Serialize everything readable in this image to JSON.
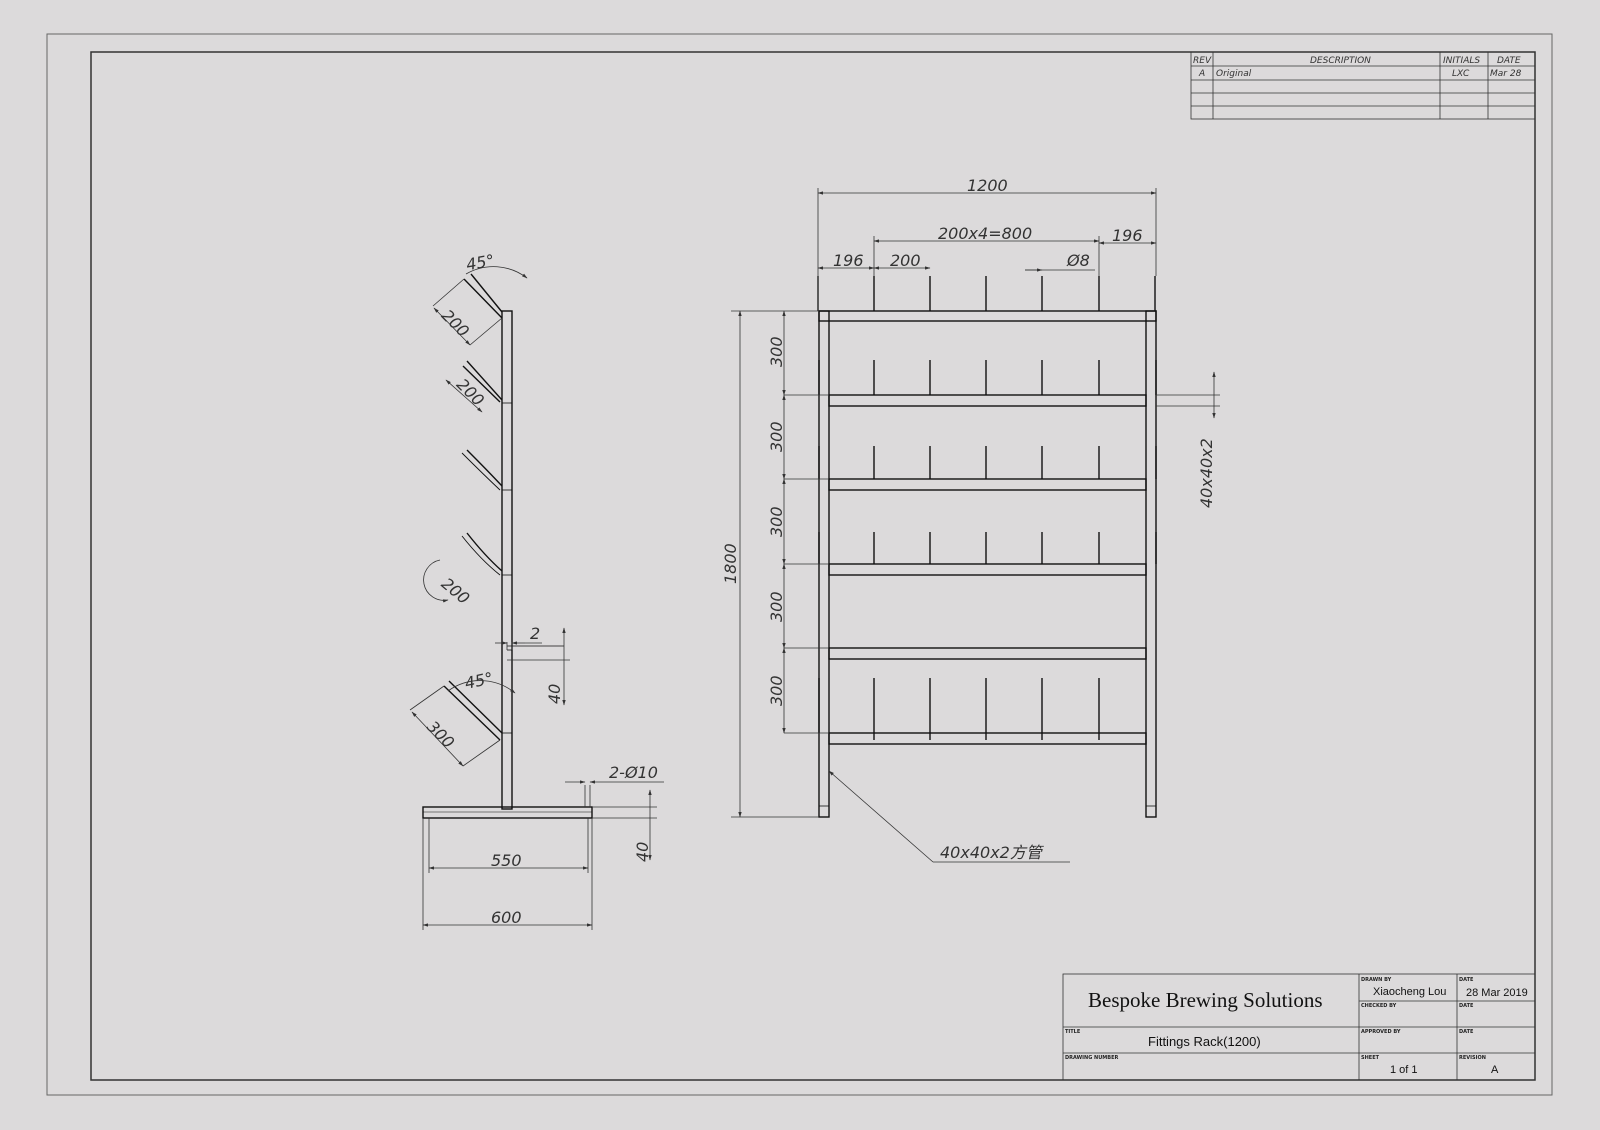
{
  "revision_table": {
    "headers": {
      "rev": "REV",
      "description": "DESCRIPTION",
      "initials": "INITIALS",
      "date": "DATE"
    },
    "row": {
      "rev": "A",
      "description": "Original",
      "initials": "LXC",
      "date": "Mar 28"
    }
  },
  "title_block": {
    "company": "Bespoke Brewing Solutions",
    "drawn_by_label": "DRAWN BY",
    "drawn_by": "Xiaocheng Lou",
    "date_label": "DATE",
    "date": "28 Mar 2019",
    "checked_by_label": "CHECKED BY",
    "approved_by_label": "APPROVED BY",
    "title_label": "TITLE",
    "title": "Fittings Rack(1200)",
    "drawing_number_label": "DRAWING NUMBER",
    "sheet_label": "SHEET",
    "sheet_value": "1 of 1",
    "revision_label": "REVISION",
    "revision": "A"
  },
  "side_view": {
    "angle_top": "45°",
    "len_top_1": "200",
    "len_top_2": "200",
    "len_curve": "200",
    "wall": "2",
    "tube": "40",
    "angle_bottom": "45°",
    "len_bottom": "300",
    "holes": "2-Ø10",
    "base_height": "40",
    "inner_width": "550",
    "outer_width": "600"
  },
  "front_view": {
    "total_width": "1200",
    "pitch": "200x4=800",
    "side_left": "196",
    "side_right": "196",
    "pitch_single": "200",
    "pin_dia": "Ø8",
    "total_height": "1800",
    "spacings": [
      "300",
      "300",
      "300",
      "300",
      "300"
    ],
    "tube_section": "40x40x2",
    "frame_note": "40x40x2方管"
  }
}
